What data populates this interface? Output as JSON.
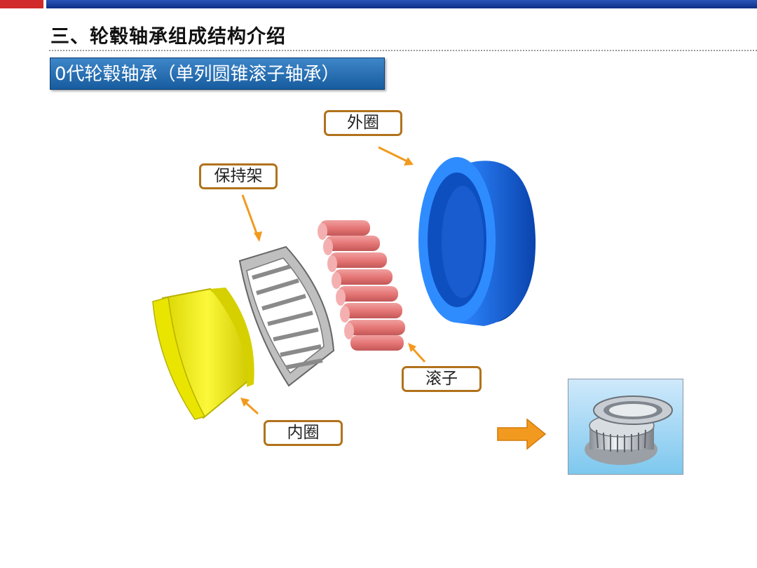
{
  "header": {
    "title": "三、轮毂轴承组成结构介绍",
    "subtitle": "0代轮毂轴承（单列圆锥滚子轴承）"
  },
  "labels": {
    "outer_ring": "外圈",
    "cage": "保持架",
    "roller": "滚子",
    "inner_ring": "内圈"
  },
  "colors": {
    "outer_ring": "#1e6ee6",
    "inner_ring": "#f2ee10",
    "roller": "#e27878",
    "cage": "#9c9c9c",
    "arrow": "#f29a1f",
    "label_border": "#b1721b",
    "top_bar_red": "#d02a2a",
    "top_bar_blue": "#163c99",
    "subtitle_bg": "#2a72b6"
  }
}
